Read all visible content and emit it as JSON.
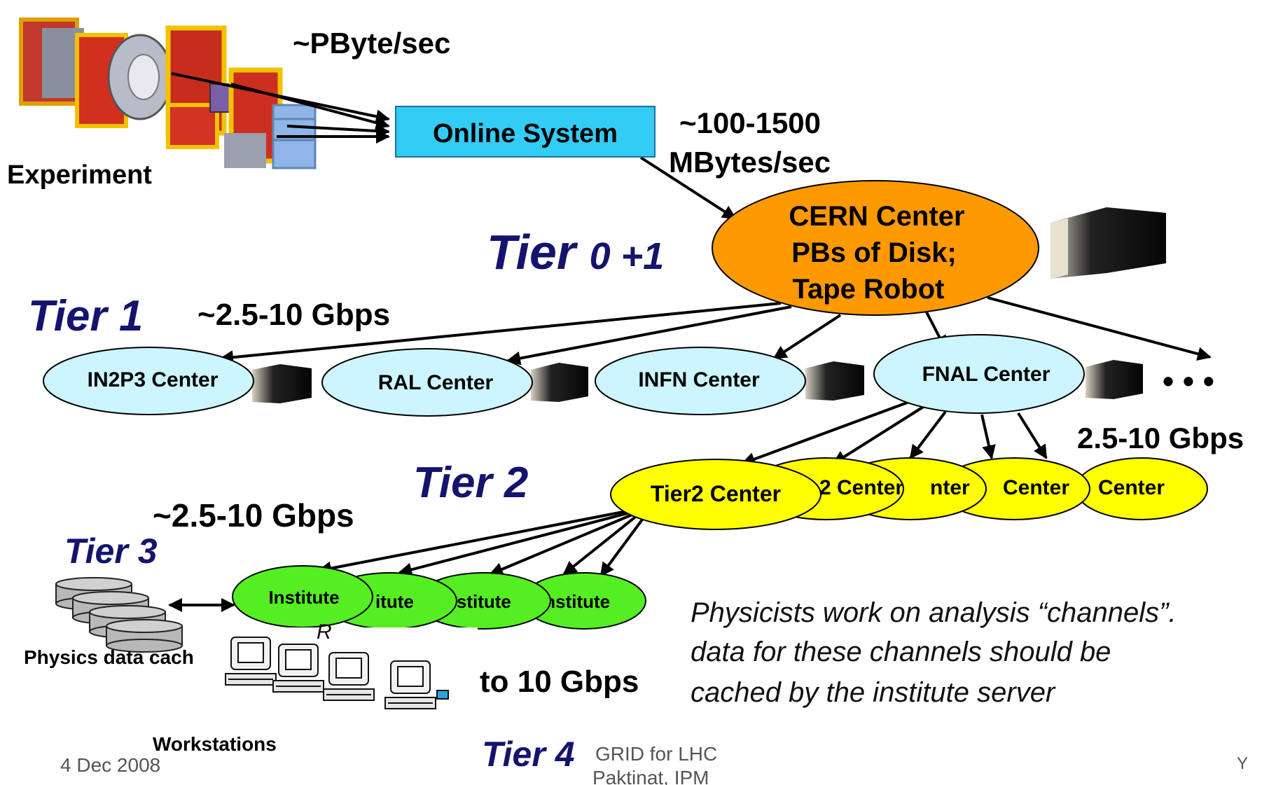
{
  "experiment": {
    "label": "Experiment",
    "rate": "~PByte/sec"
  },
  "online_system": {
    "label": "Online System",
    "rate_line1": "~100-1500",
    "rate_line2": "MBytes/sec"
  },
  "tier0": {
    "tier_word": "Tier",
    "tier_suffix": "0 +1",
    "center_lines": [
      "CERN Center",
      "PBs of Disk;",
      "Tape Robot"
    ],
    "color": "#ff9900"
  },
  "tier1": {
    "title": "Tier 1",
    "rate": "~2.5-10 Gbps",
    "centers": [
      "IN2P3 Center",
      "RAL Center",
      "INFN Center",
      "FNAL Center"
    ],
    "more": "• • •",
    "color": "#ccf5ff"
  },
  "tier2": {
    "title": "Tier 2",
    "rate": "2.5-10 Gbps",
    "front_center": "Tier2 Center",
    "back_fragments": [
      "2 Center",
      "nter",
      "Center",
      "Center"
    ],
    "color": "#ffff00"
  },
  "tier3": {
    "title": "Tier 3",
    "rate": "~2.5-10 Gbps",
    "front_institute": "Institute",
    "back_fragments": [
      "itute",
      "nstitute",
      "Institute"
    ],
    "cache_label": "Physics data cach",
    "color": "#55ee22"
  },
  "tier4": {
    "title": "Tier 4",
    "rate": "to 10 Gbps",
    "workstations_label": "Workstations",
    "fragment": "R"
  },
  "note": {
    "lines": [
      "Physicists work on analysis “channels”.",
      "data for these channels should be",
      "cached by the institute server"
    ]
  },
  "footer": {
    "date": "4 Dec 2008",
    "center_line1": "GRID for LHC",
    "center_line2": "Paktinat, IPM",
    "page": "Y"
  }
}
